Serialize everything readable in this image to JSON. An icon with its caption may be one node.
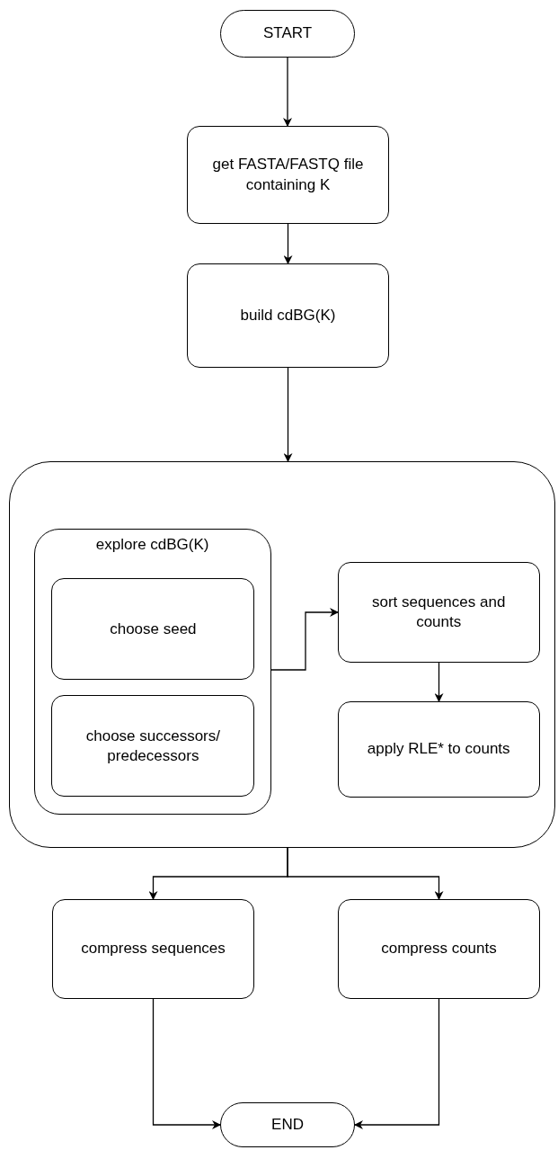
{
  "diagram": {
    "nodes": [
      {
        "text": [
          "START"
        ]
      },
      {
        "text": [
          "get FASTA/FASTQ file containing K"
        ]
      },
      {
        "text": [
          "build cdBG(K)"
        ]
      },
      {
        "text": [],
        "shape": "box"
      },
      {
        "text": [
          "explore cdBG(K)"
        ],
        "in": 3
      },
      {
        "text": [
          "choose seed"
        ],
        "in": 4
      },
      {
        "text": [
          "choose successors/ predecessors"
        ],
        "in": 4
      },
      {
        "text": [
          "sort sequences and counts"
        ],
        "in": 3
      },
      {
        "text": [
          "apply RLE* to counts"
        ],
        "in": 3
      },
      {
        "text": [
          "compress sequences"
        ]
      },
      {
        "text": [
          "compress counts"
        ]
      },
      {
        "text": [
          "END"
        ]
      }
    ],
    "edges": [
      {
        "from": 0,
        "to": 1,
        "arrow": "to"
      },
      {
        "from": 1,
        "to": 2,
        "arrow": "to"
      },
      {
        "from": 2,
        "to": 3,
        "arrow": "to"
      },
      {
        "from": 4,
        "to": 7,
        "arrow": "to"
      },
      {
        "from": 7,
        "to": 8,
        "arrow": "to"
      },
      {
        "from": 3,
        "to": 9,
        "arrow": "to"
      },
      {
        "from": 3,
        "to": 10,
        "arrow": "to"
      },
      {
        "from": 9,
        "to": 11,
        "arrow": "to"
      },
      {
        "from": 10,
        "to": 11,
        "arrow": "to"
      }
    ]
  }
}
